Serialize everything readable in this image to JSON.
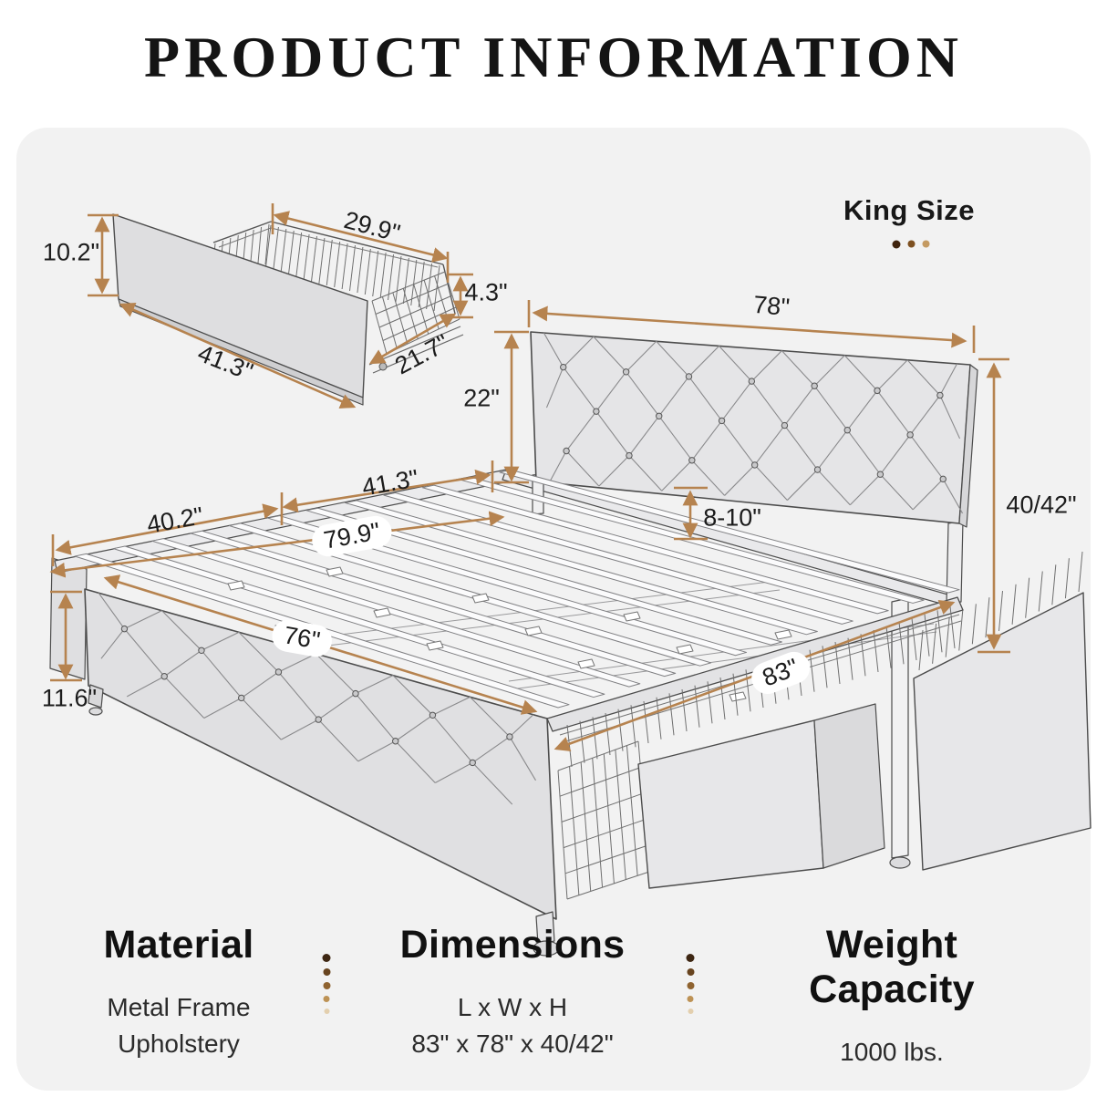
{
  "title": "PRODUCT INFORMATION",
  "badge": {
    "label": "King Size"
  },
  "inset_drawer_dims": {
    "front_height": "10.2\"",
    "top_width": "29.9\"",
    "basket_height": "4.3\"",
    "front_width": "41.3\"",
    "side_depth": "21.7\""
  },
  "bed_dims": {
    "headboard_width": "78\"",
    "headboard_panel_height": "22\"",
    "under_headboard_gap": "8-10\"",
    "headboard_total_height": "40/42\"",
    "far_section_front": "40.2\"",
    "far_section_back": "41.3\"",
    "frame_length": "79.9\"",
    "slat_width": "76\"",
    "total_length": "83\"",
    "rail_height": "11.6\""
  },
  "specs": {
    "material": {
      "heading": "Material",
      "lines": [
        "Metal Frame",
        "Upholstery"
      ]
    },
    "dimensions": {
      "heading": "Dimensions",
      "lines": [
        "L x W x H",
        "83\" x 78\" x 40/42\""
      ]
    },
    "weight": {
      "heading": "Weight Capacity",
      "lines": [
        "1000 lbs."
      ]
    }
  },
  "colors": {
    "accent": "#b6834f",
    "card_bg": "#f2f2f2",
    "ink": "#4c4c4c"
  }
}
